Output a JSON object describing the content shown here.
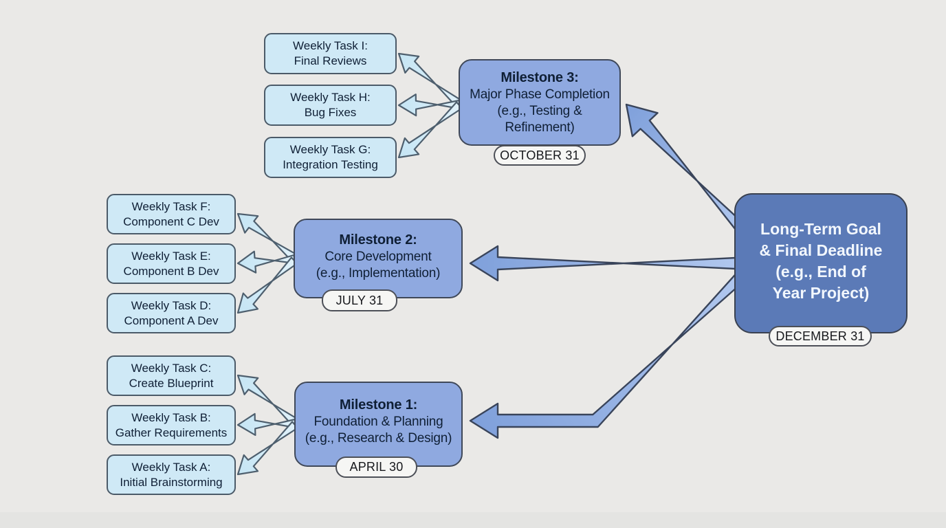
{
  "diagram": {
    "goal": {
      "line1": "Long-Term Goal",
      "line2": "& Final Deadline",
      "line3": "(e.g., End of",
      "line4": "Year Project)",
      "date": "DECEMBER 31"
    },
    "milestones": [
      {
        "title": "Milestone 1:",
        "line1": "Foundation & Planning",
        "line2": "(e.g., Research & Design)",
        "date": "APRIL 30"
      },
      {
        "title": "Milestone 2:",
        "line1": "Core Development",
        "line2": "(e.g., Implementation)",
        "date": "JULY 31"
      },
      {
        "title": "Milestone 3:",
        "line1": "Major Phase Completion",
        "line2": "(e.g., Testing &",
        "line3": "Refinement)",
        "date": "OCTOBER 31"
      }
    ],
    "tasks": [
      {
        "line1": "Weekly Task A:",
        "line2": "Initial Brainstorming"
      },
      {
        "line1": "Weekly Task B:",
        "line2": "Gather Requirements"
      },
      {
        "line1": "Weekly Task C:",
        "line2": "Create Blueprint"
      },
      {
        "line1": "Weekly Task D:",
        "line2": "Component A Dev"
      },
      {
        "line1": "Weekly Task E:",
        "line2": "Component B Dev"
      },
      {
        "line1": "Weekly Task F:",
        "line2": "Component C Dev"
      },
      {
        "line1": "Weekly Task G:",
        "line2": "Integration Testing"
      },
      {
        "line1": "Weekly Task H:",
        "line2": "Bug Fixes"
      },
      {
        "line1": "Weekly Task I:",
        "line2": "Final Reviews"
      }
    ],
    "colors": {
      "background": "#EAE9E7",
      "footer_strip": "#E4E4E2",
      "task_fill": "#CFE9F6",
      "task_border": "#4B5A68",
      "milestone_fill": "#8FA9E0",
      "milestone_border": "#3F4859",
      "goal_fill": "#5B7AB7",
      "goal_border": "#3A4150",
      "badge_fill": "#F6F6F4",
      "badge_border": "#4C4F57",
      "badge_text": "#17181C",
      "text_dark": "#0F1F35",
      "text_light": "#F2F7FD",
      "big_arrow_fill": "#7FA0DB",
      "big_arrow_fill_light": "#B3C9EF",
      "big_arrow_stroke": "#39445A",
      "fan_arrow_fill": "#C5E5F4",
      "fan_arrow_fill_light": "#E0F1FA",
      "fan_arrow_stroke": "#4E5F6E"
    }
  }
}
